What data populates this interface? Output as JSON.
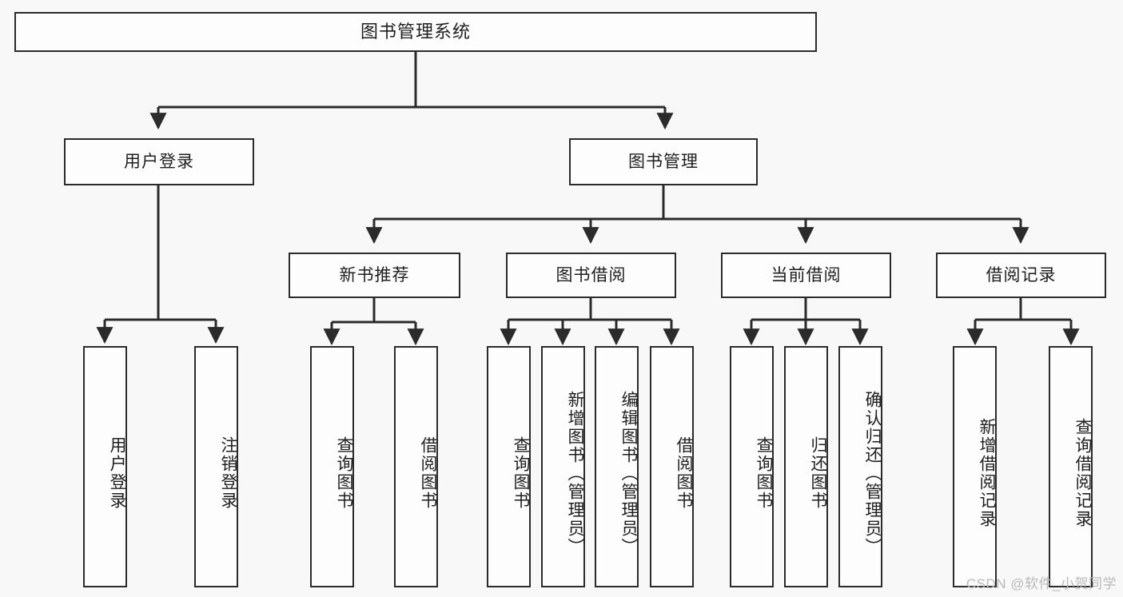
{
  "diagram": {
    "title": "图书管理系统",
    "type": "tree-hierarchy",
    "background_color": "#f8f8f8",
    "line_color": "#2b2b2b",
    "box_fill_color": "#fdfdfd",
    "text_color": "#1e1e1e"
  },
  "watermark": {
    "text": "CSDN @软件_小贺同学",
    "color": "#b9b9b9"
  },
  "nodes": {
    "root": {
      "label": "图书管理系统"
    },
    "level1": [
      {
        "id": "user-login",
        "label": "用户登录"
      },
      {
        "id": "book-manage",
        "label": "图书管理"
      }
    ],
    "level2": [
      {
        "id": "new-book-recommend",
        "label": "新书推荐"
      },
      {
        "id": "book-borrow",
        "label": "图书借阅"
      },
      {
        "id": "current-borrow",
        "label": "当前借阅"
      },
      {
        "id": "borrow-record",
        "label": "借阅记录"
      }
    ],
    "leaves": {
      "user_login": [
        {
          "id": "leaf-user-login",
          "label": "用户登录"
        },
        {
          "id": "leaf-user-logout",
          "label": "注销登录"
        }
      ],
      "new_book_recommend": [
        {
          "id": "leaf-query-book-1",
          "label": "查询图书"
        },
        {
          "id": "leaf-borrow-book-1",
          "label": "借阅图书"
        }
      ],
      "book_borrow": [
        {
          "id": "leaf-query-book-2",
          "label": "查询图书"
        },
        {
          "id": "leaf-add-book",
          "label": "新增图书（管理员）"
        },
        {
          "id": "leaf-edit-book",
          "label": "编辑图书（管理员）"
        },
        {
          "id": "leaf-borrow-book-2",
          "label": "借阅图书"
        }
      ],
      "current_borrow": [
        {
          "id": "leaf-query-book-3",
          "label": "查询图书"
        },
        {
          "id": "leaf-return-book",
          "label": "归还图书"
        },
        {
          "id": "leaf-confirm-return",
          "label": "确认归还（管理员）"
        }
      ],
      "borrow_record": [
        {
          "id": "leaf-add-record",
          "label": "新增借阅记录"
        },
        {
          "id": "leaf-query-record",
          "label": "查询借阅记录"
        }
      ]
    }
  }
}
